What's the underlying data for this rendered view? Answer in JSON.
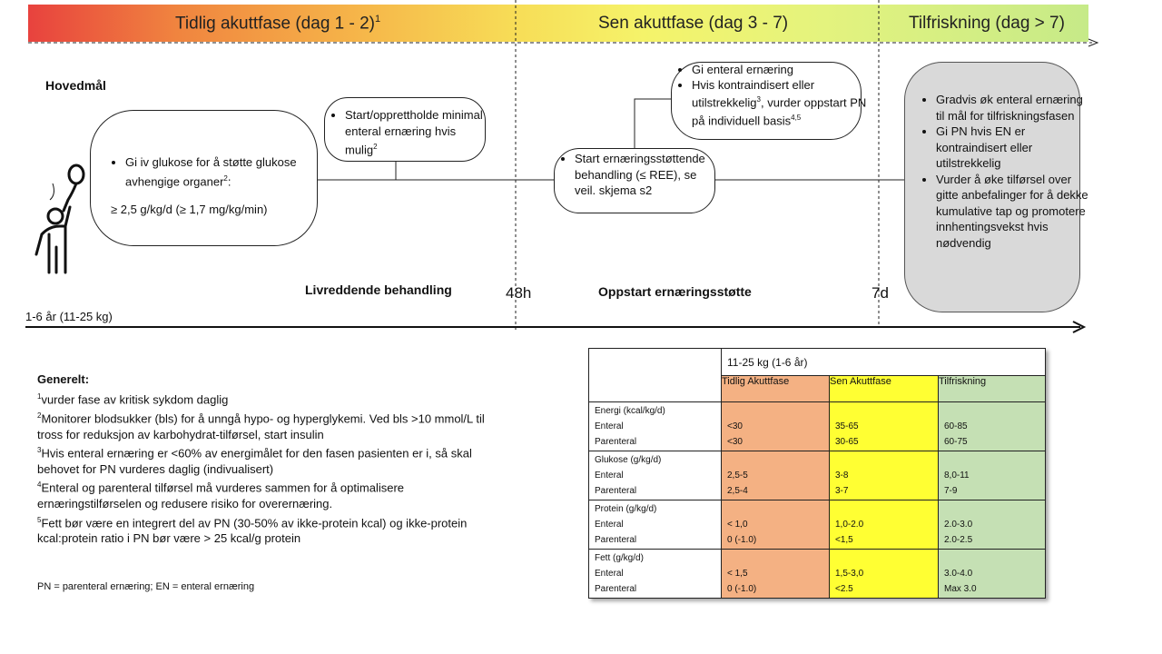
{
  "phases": [
    {
      "label": "Tidlig akuttfase (dag 1 - 2)",
      "sup": "1"
    },
    {
      "label": "Sen akuttfase (dag 3 - 7)"
    },
    {
      "label": "Tilfriskning (dag > 7)"
    }
  ],
  "main_goal_label": "Hovedmål",
  "box_glucose": {
    "bullet": "Gi iv glukose for å støtte glukose avhengige organer",
    "bullet_sup": "2",
    "bullet_tail": ":",
    "dose": "≥ 2,5 g/kg/d (≥ 1,7 mg/kg/min)"
  },
  "box_enteral_min": {
    "bullet": "Start/opprettholde minimal enteral ernæring hvis mulig",
    "sup": "2"
  },
  "box_start_support": {
    "bullet": "Start ernæringsstøttende behandling (≤ REE), se veil. skjema s2"
  },
  "box_enteral_give": {
    "bullet1": "Gi enteral ernæring",
    "bullet2_a": "Hvis kontraindisert eller utilstrekkelig",
    "bullet2_sup1": "3",
    "bullet2_b": ", vurder oppstart PN på individuell basis",
    "bullet2_sup2": "4,5"
  },
  "box_recovery": {
    "bullets": [
      "Gradvis øk enteral ernæring til mål for tilfriskningsfasen",
      "Gi PN hvis EN er kontraindisert eller utilstrekkelig",
      "Vurder å øke tilførsel over gitte anbefalinger for å dekke kumulative tap og promotere innhentingsvekst hvis nødvendig"
    ]
  },
  "labels": {
    "lifesaving": "Livreddende behandling",
    "h48": "48h",
    "start_support": "Oppstart ernæringsstøtte",
    "d7": "7d",
    "age_weight": "1-6 år (11-25 kg)"
  },
  "notes": {
    "heading": "Generelt:",
    "items": [
      {
        "sup": "1",
        "text": "vurder fase av kritisk sykdom daglig"
      },
      {
        "sup": "2",
        "text": "Monitorer blodsukker (bls) for å unngå hypo- og hyperglykemi. Ved bls >10 mmol/L til tross for reduksjon av karbohydrat-tilførsel, start insulin"
      },
      {
        "sup": "3",
        "text": "Hvis enteral ernæring er <60% av energimålet for den fasen pasienten er i, så skal behovet for PN vurderes daglig (indivualisert)"
      },
      {
        "sup": "4",
        "text": "Enteral og parenteral tilførsel må vurderes sammen for å optimalisere ernæringstilførselen og redusere risiko for overernæring."
      },
      {
        "sup": "5",
        "text": "Fett bør være en integrert del av PN (30-50% av ikke-protein kcal) og ikke-protein kcal:protein ratio i PN bør være > 25 kcal/g protein"
      }
    ],
    "abbreviations": "PN = parenteral ernæring; EN = enteral ernæring"
  },
  "table": {
    "group_header": "11-25 kg (1-6 år)",
    "columns": [
      "Tidlig Akuttfase",
      "Sen Akuttfase",
      "Tilfriskning"
    ],
    "column_colors": [
      "#f4b183",
      "#ffff33",
      "#c5e0b4"
    ],
    "sections": [
      {
        "title": "Energi (kcal/kg/d)",
        "rows": [
          {
            "label": "Enteral",
            "values": [
              "<30",
              "35-65",
              "60-85"
            ]
          },
          {
            "label": "Parenteral",
            "values": [
              "<30",
              "30-65",
              "60-75"
            ]
          }
        ]
      },
      {
        "title": "Glukose (g/kg/d)",
        "rows": [
          {
            "label": "Enteral",
            "values": [
              "2,5-5",
              "3-8",
              "8,0-11"
            ]
          },
          {
            "label": "Parenteral",
            "values": [
              "2,5-4",
              "3-7",
              "7-9"
            ]
          }
        ]
      },
      {
        "title": "Protein (g/kg/d)",
        "rows": [
          {
            "label": "Enteral",
            "values": [
              "< 1,0",
              "1,0-2.0",
              "2.0-3.0"
            ]
          },
          {
            "label": "Parenteral",
            "values": [
              "0 (-1.0)",
              "<1,5",
              "2.0-2.5"
            ]
          }
        ]
      },
      {
        "title": "Fett (g/kg/d)",
        "rows": [
          {
            "label": "Enteral",
            "values": [
              "< 1,5",
              "1,5-3,0",
              "3.0-4.0"
            ]
          },
          {
            "label": "Parenteral",
            "values": [
              "0 (-1.0)",
              "<2.5",
              "Max 3.0"
            ]
          }
        ]
      }
    ]
  }
}
